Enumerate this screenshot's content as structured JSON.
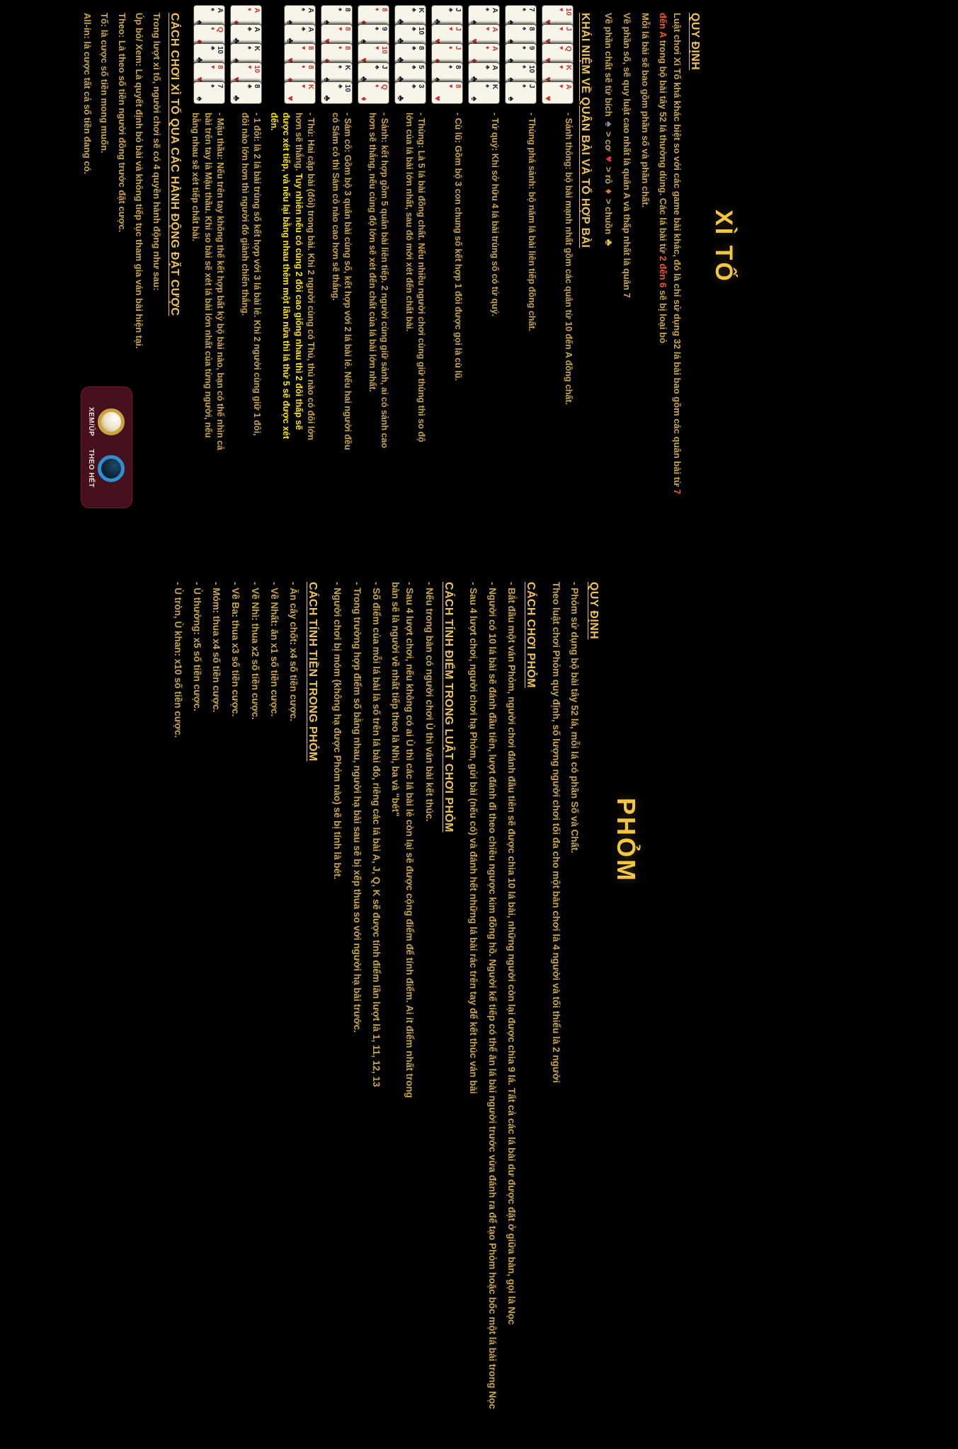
{
  "colors": {
    "background": "#000000",
    "body_gold": "#c9a648",
    "heading_gold": "#eec45a",
    "title_gold": "#f3c63f",
    "highlight_yellow": "#ffe600",
    "accent_red": "#f4572b",
    "suit_red": "#e53935",
    "suit_black": "#23232f",
    "demo_panel": "#46101f"
  },
  "left": {
    "title": "XÌ TỐ",
    "rules_heading": "QUY ĐỊNH",
    "intro": [
      {
        "t": "Luật chơi Xì Tố khá khác biệt so với các game bài khác, đó là chỉ sử dụng 32 lá bài bao gồm các quân bài từ "
      },
      {
        "t": "7 đến A",
        "c": "red"
      },
      {
        "t": " trong bộ bài tây 52 lá thường dùng. Các lá bài từ "
      },
      {
        "t": "2 đến 6",
        "c": "red"
      },
      {
        "t": " sẽ bị loại bỏ"
      }
    ],
    "notes": [
      "Mỗi lá bài sẽ bao gồm phần số và phần chất.",
      "Về phần số, sẽ quy luật cao nhất là quân A và thấp nhất là quân 7"
    ],
    "suit_line_prefix": "Về phần chất sẽ từ ",
    "suit_order": [
      {
        "label": "bích ",
        "sym": "♠",
        "c": "s-spade",
        "sep": " > "
      },
      {
        "label": "cơ ",
        "sym": "♥",
        "c": "s-heart",
        "sep": " > "
      },
      {
        "label": "rô ",
        "sym": "♦",
        "c": "s-diamond",
        "sep": " > "
      },
      {
        "label": "chuồn ",
        "sym": "♣",
        "c": "s-club",
        "sep": ""
      }
    ],
    "concepts_heading": "KHÁI NIỆM VỀ QUÂN BÀI VÀ TỔ HỢP BÀI",
    "hands": [
      {
        "name": "Sảnh thông",
        "cards": [
          {
            "r": "10",
            "s": "♥",
            "c": "r"
          },
          {
            "r": "J",
            "s": "♥",
            "c": "r"
          },
          {
            "r": "Q",
            "s": "♥",
            "c": "r"
          },
          {
            "r": "K",
            "s": "♥",
            "c": "r"
          },
          {
            "r": "A",
            "s": "♥",
            "c": "r"
          }
        ],
        "text": "- Sảnh thông: bộ bài mạnh nhất gồm các quân từ 10 đến A đồng chất."
      },
      {
        "name": "Thùng phá sảnh",
        "cards": [
          {
            "r": "7",
            "s": "♠",
            "c": "b"
          },
          {
            "r": "8",
            "s": "♠",
            "c": "b"
          },
          {
            "r": "9",
            "s": "♠",
            "c": "b"
          },
          {
            "r": "10",
            "s": "♠",
            "c": "b"
          },
          {
            "r": "J",
            "s": "♠",
            "c": "b"
          }
        ],
        "text": "- Thùng phá sảnh: bộ năm lá bài liên tiếp đồng chất."
      },
      {
        "name": "Tứ quý",
        "cards": [
          {
            "r": "A",
            "s": "♠",
            "c": "b"
          },
          {
            "r": "A",
            "s": "♥",
            "c": "r"
          },
          {
            "r": "A",
            "s": "♦",
            "c": "r"
          },
          {
            "r": "A",
            "s": "♣",
            "c": "b"
          },
          {
            "r": "K",
            "s": "♠",
            "c": "b"
          }
        ],
        "text": "- Tứ quý: Khi sở hữu 4 lá bài trùng số có tứ quý."
      },
      {
        "name": "Cù lũ",
        "cards": [
          {
            "r": "J",
            "s": "♣",
            "c": "b"
          },
          {
            "r": "J",
            "s": "♥",
            "c": "r"
          },
          {
            "r": "J",
            "s": "♦",
            "c": "r"
          },
          {
            "r": "8",
            "s": "♠",
            "c": "b"
          },
          {
            "r": "8",
            "s": "♥",
            "c": "r"
          }
        ],
        "text": "- Cù lũ: Gồm bộ 3 con chung số kết hợp 1 đôi được gọi là cù lũ."
      },
      {
        "name": "Thùng",
        "cards": [
          {
            "r": "K",
            "s": "♣",
            "c": "b"
          },
          {
            "r": "10",
            "s": "♣",
            "c": "b"
          },
          {
            "r": "8",
            "s": "♣",
            "c": "b"
          },
          {
            "r": "5",
            "s": "♣",
            "c": "b"
          },
          {
            "r": "3",
            "s": "♣",
            "c": "b"
          }
        ],
        "text": "- Thùng: Là 5 lá bài đồng chất. Nếu nhiều người chơi cùng giữ thùng thì so độ lớn của lá bài lớn nhất, sau đó mới xét đến chất bài."
      },
      {
        "name": "Sảnh",
        "cards": [
          {
            "r": "8",
            "s": "♦",
            "c": "r"
          },
          {
            "r": "9",
            "s": "♠",
            "c": "b"
          },
          {
            "r": "10",
            "s": "♥",
            "c": "r"
          },
          {
            "r": "J",
            "s": "♣",
            "c": "b"
          },
          {
            "r": "Q",
            "s": "♦",
            "c": "r"
          }
        ],
        "text": "- Sảnh: kết hợp gồm 5 quân bài liên tiếp. 2 người cùng giữ sảnh, ai có sảnh cao hơn sẽ thắng, nếu cùng độ lớn sẽ xét đến chất của lá bài lớn nhất."
      },
      {
        "name": "Sám cô",
        "cards": [
          {
            "r": "8",
            "s": "♠",
            "c": "b"
          },
          {
            "r": "8",
            "s": "♥",
            "c": "r"
          },
          {
            "r": "8",
            "s": "♦",
            "c": "r"
          },
          {
            "r": "K",
            "s": "♠",
            "c": "b"
          },
          {
            "r": "10",
            "s": "♣",
            "c": "b"
          }
        ],
        "text": "- Sám cô: Gồm bộ 3 quân bài cùng số, kết hợp với 2 lá bài lẻ. Nếu hai người đều có Sám cô thì Sám cô nào cao hơn sẽ thắng."
      },
      {
        "name": "Thú",
        "cards": [
          {
            "r": "A",
            "s": "♠",
            "c": "b"
          },
          {
            "r": "A",
            "s": "♣",
            "c": "b"
          },
          {
            "r": "8",
            "s": "♥",
            "c": "r"
          },
          {
            "r": "8",
            "s": "♦",
            "c": "r"
          },
          {
            "r": "K",
            "s": "♥",
            "c": "r"
          }
        ],
        "text": "- Thú: Hai cặp bài (đôi) trong bài. Khi 2 người cùng có Thú, thú nào có đôi lớn hơn sẽ thắng.",
        "highlight": " Tuy nhiên nếu có cùng 2 đôi cao giống nhau thì 2 đôi thấp sẽ được xét tiếp, và nếu lại bằng nhau thêm một lần nữa thì lá thứ 5 sẽ được xét đến."
      },
      {
        "name": "1 đôi",
        "cards": [
          {
            "r": "A",
            "s": "♦",
            "c": "r"
          },
          {
            "r": "A",
            "s": "♣",
            "c": "b"
          },
          {
            "r": "K",
            "s": "♠",
            "c": "b"
          },
          {
            "r": "10",
            "s": "♥",
            "c": "r"
          },
          {
            "r": "8",
            "s": "♣",
            "c": "b"
          }
        ],
        "text": "- 1 đôi: là 2 lá bài trùng số kết hợp với 3 lá bài lẻ. Khi 2 người cùng giữ 1 đôi, đôi nào lớn hơn thì người đó giành chiến thắng."
      },
      {
        "name": "Mậu thầu",
        "cards": [
          {
            "r": "A",
            "s": "♠",
            "c": "b"
          },
          {
            "r": "Q",
            "s": "♦",
            "c": "r"
          },
          {
            "r": "10",
            "s": "♣",
            "c": "b"
          },
          {
            "r": "8",
            "s": "♥",
            "c": "r"
          },
          {
            "r": "7",
            "s": "♠",
            "c": "b"
          }
        ],
        "text": "- Mậu thầu: Nếu trên tay không thể kết hợp bất kỳ bộ bài nào, bạn có thể nhìn cả bài trên tay là Mậu thầu. Khi so bài sẽ xét lá bài lớn nhất của từng người, nếu bằng nhau sẽ xét tiếp chất bài."
      }
    ],
    "actions_heading": "CÁCH CHƠI XÌ TỐ QUA CÁC HÀNH ĐỘNG ĐẶT CƯỢC",
    "actions": [
      "Trong lượt xì tố, người chơi sẽ có 4 quyền hành động như sau:",
      "Úp bỏ/ Xem: Là quyết định bỏ bài và không tiếp tục tham gia ván bài hiện tại.",
      "Theo: Là theo số tiền người đồng trước đặt cược.",
      "Tố: là cược số tiền mong muốn.",
      "All-in: là cược tất cả số tiền đang có."
    ],
    "demo": [
      "XEM/ÚP",
      "THEO HẾT"
    ]
  },
  "right": {
    "title": "PHỎM",
    "rules_heading": "QUY ĐỊNH",
    "rules": [
      {
        "t": "- Phỏm sử dụng bộ bài tây 52 lá, mỗi lá có phần Số và Chất."
      },
      {
        "t": "Theo luật chơi Phỏm quy định, số lượng người chơi tối đa cho một bàn chơi là 4 người và tối thiểu là 2 người"
      }
    ],
    "play_heading": "CÁCH CHƠI PHỎM",
    "play": [
      {
        "t": "- Bắt đầu một ván Phỏm, người chơi đánh đầu tiên sẽ được chia 10 lá bài, những người còn lại được chia 9 lá. Tất cả các lá bài dư được đặt ở giữa bàn, gọi là Nọc"
      },
      {
        "t": "- Người có 10 lá bài sẽ đánh đầu tiên, lượt đánh đi theo chiều ngược kim đồng hồ. Người kế tiếp có thể ăn lá bài người trước vừa đánh ra để tạo Phỏm hoặc bốc một lá bài trong Nọc"
      },
      {
        "t": "- Sau 4 lượt chơi, người chơi hạ Phỏm, gửi bài (nếu có) và đánh hết những lá bài rác trên tay để kết thúc ván bài"
      }
    ],
    "score_heading": "CÁCH TÍNH ĐIỂM TRONG LUẬT CHƠI PHỎM",
    "score": [
      {
        "t": "- Nếu trong bàn có người chơi Ù thì ván bài kết thúc."
      },
      {
        "t": "- Sau 4 lượt chơi, nếu không có ai Ù thì các lá bài lẻ còn lại sẽ được cộng điểm để tính điểm. Ai ít điểm nhất trong bàn sẽ là người về nhất tiếp theo là Nhì, ba và \"bét\""
      },
      {
        "t": "- Số điểm của mỗi lá bài là số trên lá bài đó, riêng các lá bài A, J, Q, K sẽ được tính điểm lần lượt là 1, 11, 12, 13"
      },
      {
        "t": "- Trong trường hợp điểm số bằng nhau, người hạ bài sau sẽ bị xếp thua so với người hạ bài trước."
      },
      {
        "t": "- Người chơi bị móm (không hạ được Phỏm nào) sẽ bị tính là bét."
      }
    ],
    "money_heading": "CÁCH TÍNH TIỀN TRONG PHỎM",
    "money": [
      {
        "t": "- Ăn cây chốt: x4 số tiền cược."
      },
      {
        "t": "- Về Nhất: ăn x1 số tiền cược."
      },
      {
        "t": "- Về Nhì: thua x2 số tiền cược."
      },
      {
        "t": "- Về Ba: thua x3 số tiền cược."
      },
      {
        "t": "- Móm: thua x4 số tiền cược."
      },
      {
        "t": "- Ù thường: x5 số tiền cược."
      },
      {
        "t": "- Ù tròn, Ù khan: x10 số tiền cược."
      }
    ]
  }
}
